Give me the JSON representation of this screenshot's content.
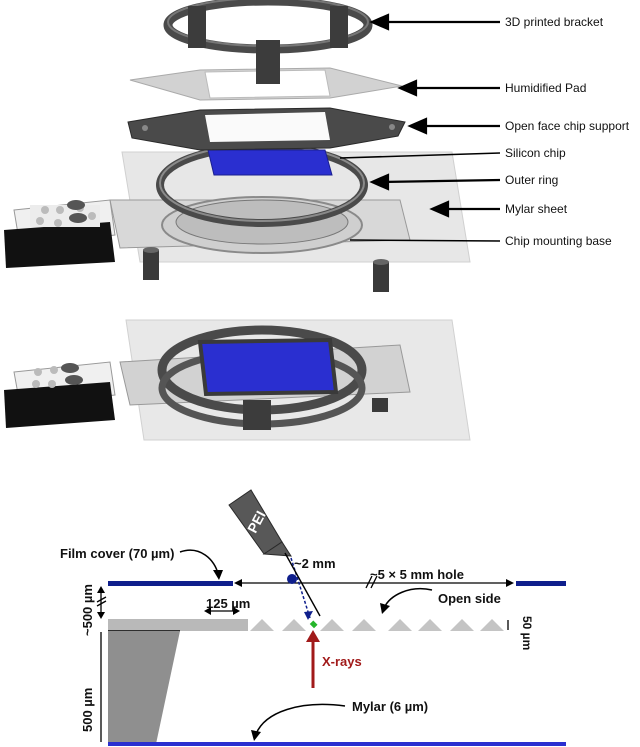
{
  "exploded_labels": {
    "bracket": "3D printed bracket",
    "pad": "Humidified Pad",
    "support": "Open face  chip support",
    "chip": "Silicon chip",
    "ring": "Outer ring",
    "mylar": "Mylar sheet",
    "base": "Chip mounting base"
  },
  "cross_section": {
    "pei": "PEI",
    "film_cover": "Film cover (70 µm)",
    "distance": "~2 mm",
    "hole": "~5 × 5 mm hole",
    "open_side": "Open side",
    "gap_top": "~500 µm",
    "pitch": "125 µm",
    "thickness": "500 µm",
    "membrane": "50 µm",
    "xrays": "X-rays",
    "mylar": "Mylar (6 µm)"
  },
  "colors": {
    "film_blue": "#0f1f8c",
    "chip_blue": "#2a2fd0",
    "plastic_dark": "#3c3c3c",
    "xray_red": "#a11a1a",
    "sample_green": "#25b52a"
  }
}
